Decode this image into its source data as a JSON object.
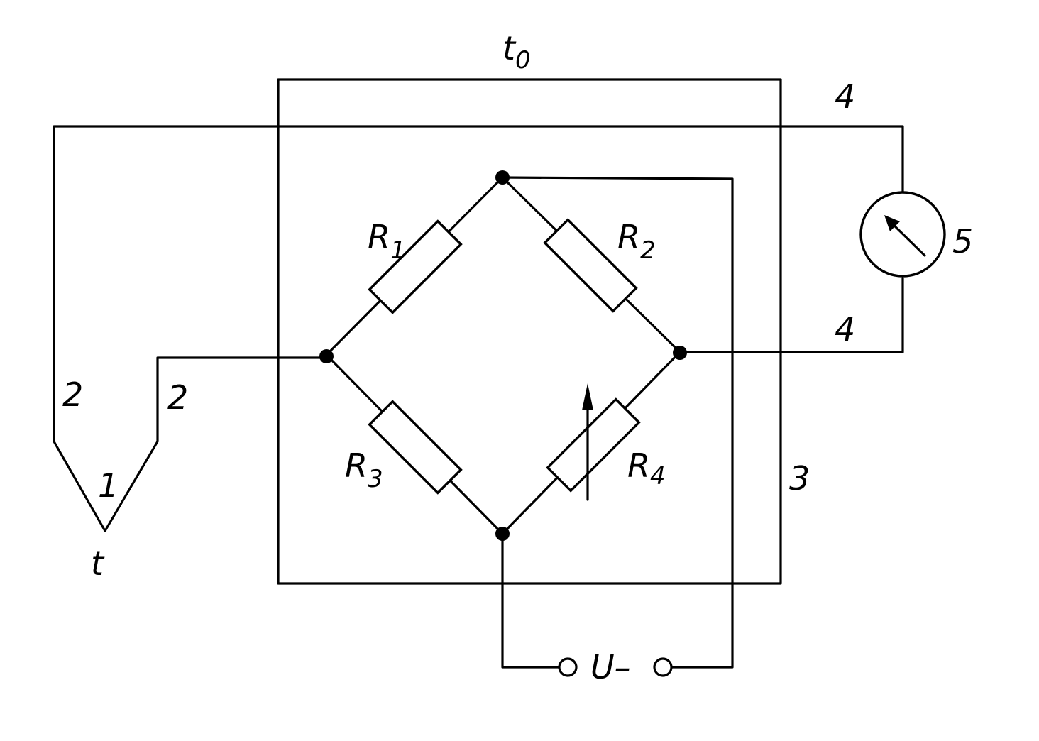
{
  "labels": {
    "t0_main": "t",
    "t0_sub": "0",
    "r1_main": "R",
    "r1_sub": "1",
    "r2_main": "R",
    "r2_sub": "2",
    "r3_main": "R",
    "r3_sub": "3",
    "r4_main": "R",
    "r4_sub": "4",
    "lead2_left": "2",
    "lead2_right": "2",
    "junction": "1",
    "t_hot": "t",
    "box_wire": "3",
    "wire4_top": "4",
    "wire4_bottom": "4",
    "meter": "5",
    "supply": "U–"
  },
  "colors": {
    "line": "#000000",
    "background": "#ffffff"
  }
}
